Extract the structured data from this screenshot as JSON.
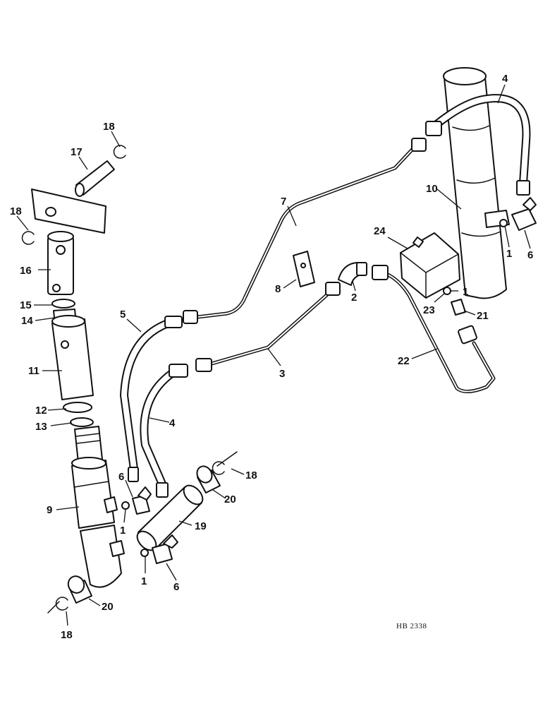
{
  "drawing_code": "HB 2338",
  "callouts": [
    "1",
    "2",
    "3",
    "4",
    "5",
    "6",
    "7",
    "8",
    "9",
    "10",
    "11",
    "12",
    "13",
    "14",
    "15",
    "16",
    "17",
    "18",
    "19",
    "20",
    "21",
    "22",
    "23",
    "24"
  ]
}
